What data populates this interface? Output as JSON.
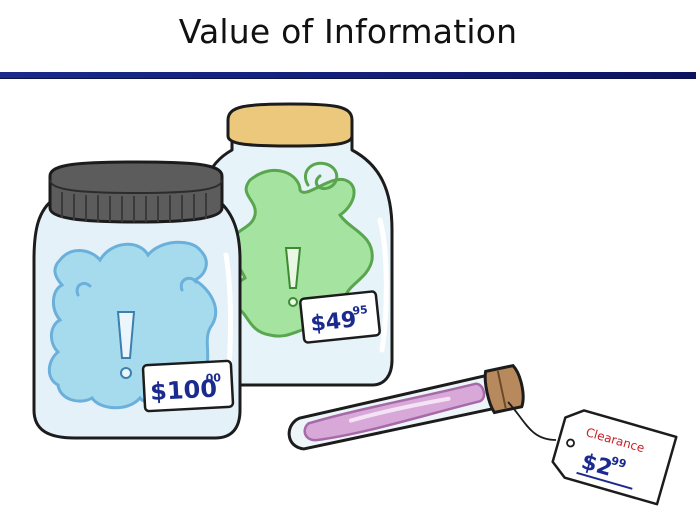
{
  "slide": {
    "title": "Value of Information"
  },
  "items": [
    {
      "kind": "jar",
      "price_main": "$100",
      "price_cents": "00",
      "liquid_color": "#a9dcef",
      "lid_color": "#5a5a5a",
      "icon": "exclamation-icon"
    },
    {
      "kind": "jar",
      "price_main": "$49",
      "price_cents": "95",
      "liquid_color": "#9fe39a",
      "lid_color": "#e3c47a",
      "icon": "exclamation-icon"
    },
    {
      "kind": "test-tube",
      "tag_label": "Clearance",
      "price_main": "$2",
      "price_cents": "99",
      "liquid_color": "#d6a8d6",
      "cork_color": "#b5885a"
    }
  ],
  "colors": {
    "title_rule": "#14207a",
    "price_ink": "#1b2a8e",
    "clearance_ink": "#c8202a"
  }
}
